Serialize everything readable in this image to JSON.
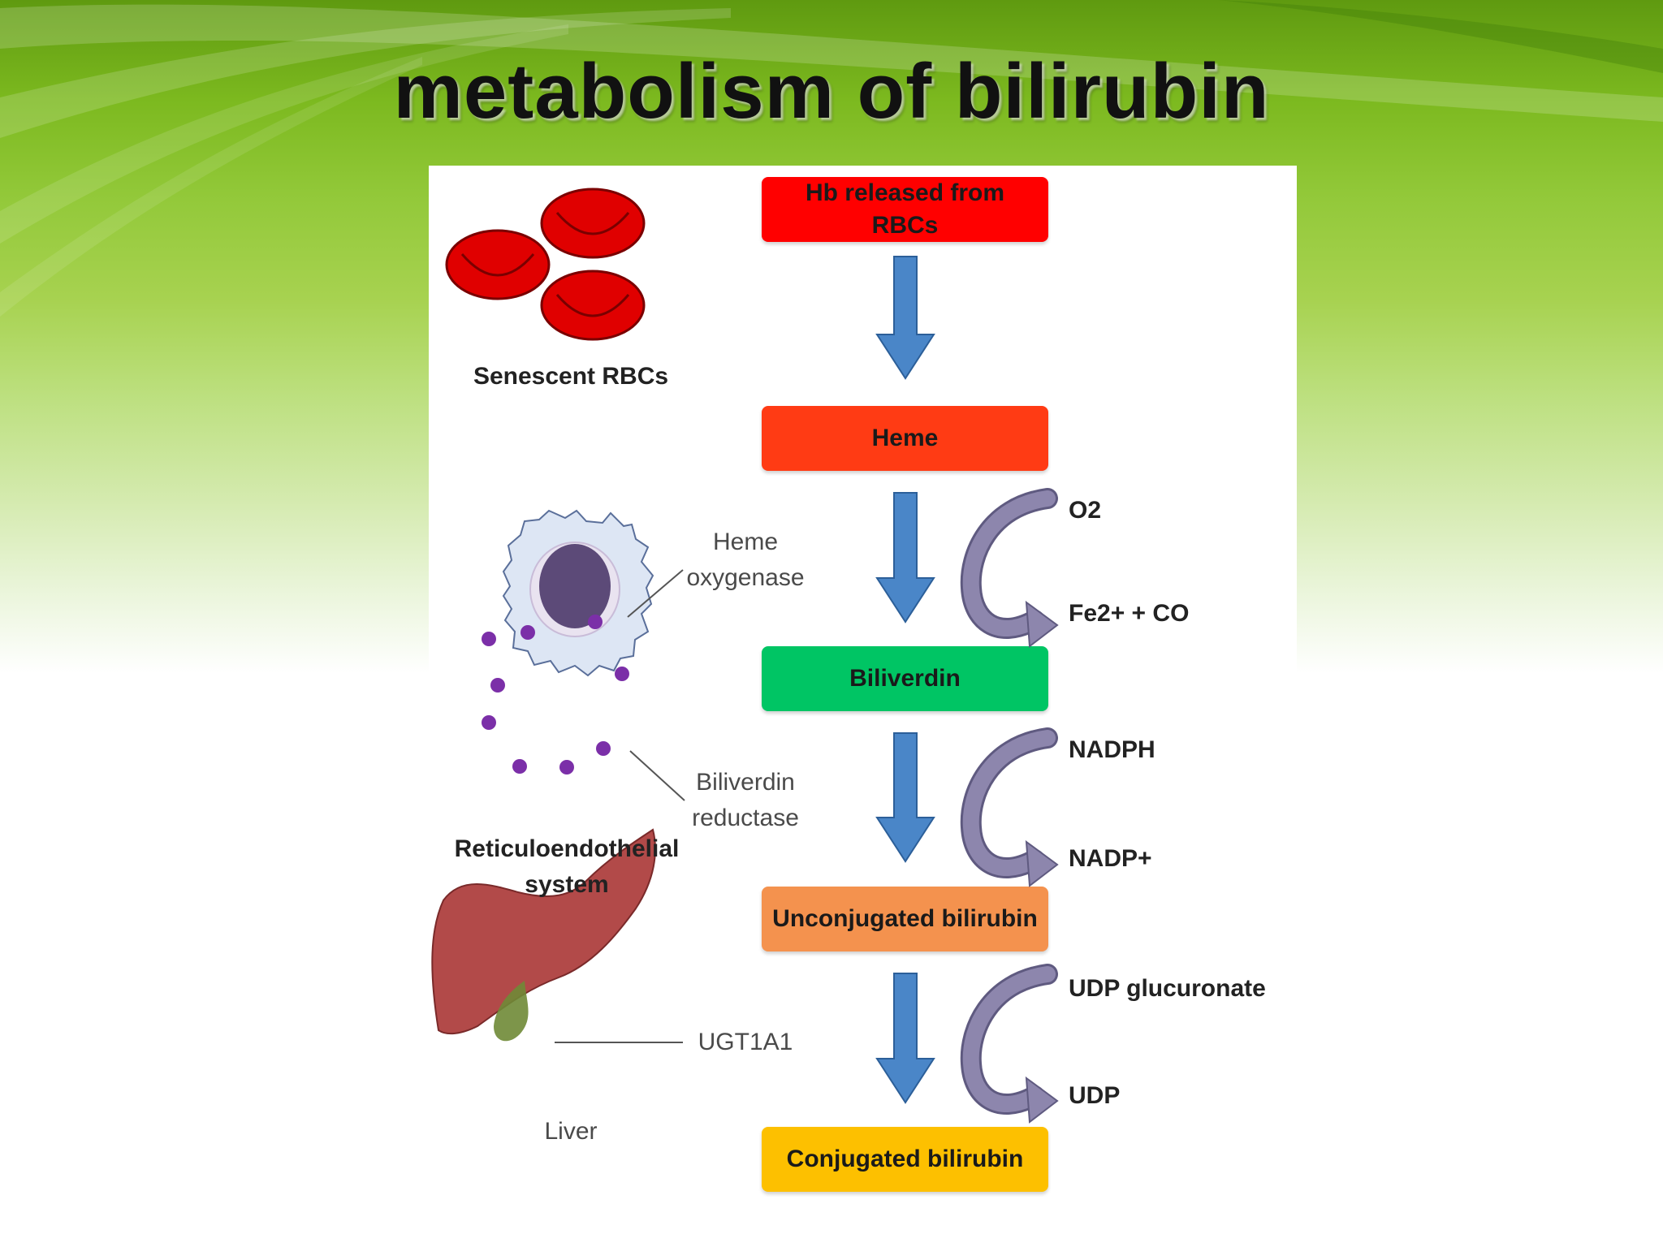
{
  "slide": {
    "title": "metabolism of bilirubin"
  },
  "stages": [
    {
      "label": "Hb released from\nRBCs",
      "color": "#ff0000"
    },
    {
      "label": "Heme",
      "color": "#ff3b14"
    },
    {
      "label": "Biliverdin",
      "color": "#00c564"
    },
    {
      "label": "Unconjugated bilirubin",
      "color": "#f4924e"
    },
    {
      "label": "Conjugated bilirubin",
      "color": "#fdc000"
    }
  ],
  "side_reactions": [
    {
      "input": "O2",
      "output": "Fe2+ + CO"
    },
    {
      "input": "NADPH",
      "output": "NADP+"
    },
    {
      "input": "UDP glucuronate",
      "output": "UDP"
    }
  ],
  "illustrations": {
    "rbc_label": "Senescent RBCs",
    "res_label": "Reticuloendothelial\nsystem",
    "liver_label": "Liver"
  },
  "enzymes": {
    "heme_oxygenase": "Heme\noxygenase",
    "biliverdin_reductase": "Biliverdin\nreductase",
    "ugt1a1": "UGT1A1"
  },
  "colors": {
    "flow_arrow": "#4a86c8",
    "reaction_arrow": "#8d86ad",
    "rbc": "#e00000",
    "cell_body": "#dde6f4",
    "cell_granule": "#7b2fa8",
    "cell_nucleus": "#5c4a78",
    "liver": "#b24a49",
    "gallbladder": "#6f8a36"
  }
}
